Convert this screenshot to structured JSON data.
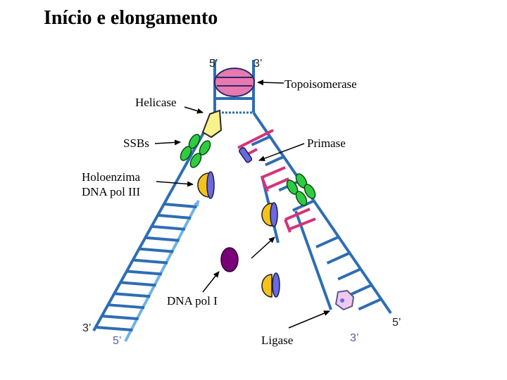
{
  "title": "Início e elongamento",
  "labels": {
    "topoisomerase": "Topoisomerase",
    "helicase": "Helicase",
    "ssbs": "SSBs",
    "primase": "Primase",
    "holoenzyme_line1": "Holoenzima",
    "holoenzyme_line2": "DNA pol III",
    "dna_pol_1": "DNA pol I",
    "ligase": "Ligase"
  },
  "strand_ends": {
    "top_left": "5’",
    "top_right": "3’",
    "bottom_left_outer": "3’",
    "bottom_left_inner": "5’",
    "bottom_right_inner": "3’",
    "bottom_right_outer": "5’"
  },
  "colors": {
    "parental_strand": "#2e6db4",
    "leading_new_strand": "#6fb3e6",
    "rna_primer": "#d6337a",
    "ssb": "#2ecc40",
    "polymerase_core": "#f5c21b",
    "polymerase_clamp": "#6a6ae0",
    "dna_pol_1": "#7a007a",
    "topoisomerase": "#e879b0",
    "helicase": "#f7f38a",
    "ligase": "#f1c9ef",
    "lagging_end_label": "#5a5aa0"
  }
}
